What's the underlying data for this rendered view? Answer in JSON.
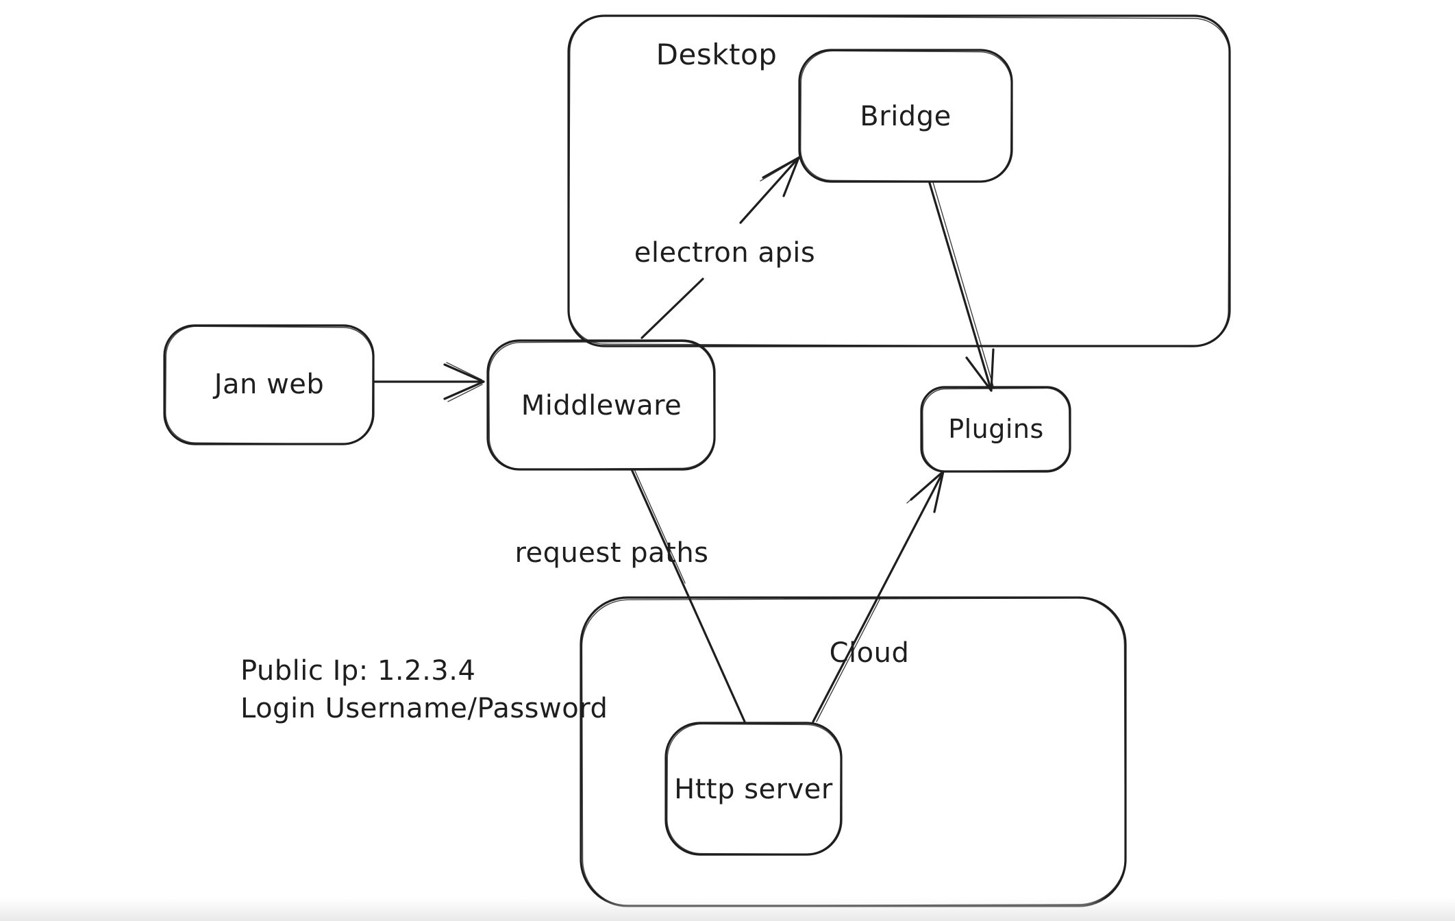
{
  "diagram": {
    "type": "flowchart-sketch",
    "background": "#ffffff",
    "stroke_color": "#1e1e1e",
    "containers": [
      {
        "id": "desktop",
        "label": "Desktop"
      },
      {
        "id": "cloud",
        "label": "Cloud"
      }
    ],
    "nodes": [
      {
        "id": "jan-web",
        "label": "Jan web"
      },
      {
        "id": "middleware",
        "label": "Middleware"
      },
      {
        "id": "bridge",
        "label": "Bridge"
      },
      {
        "id": "plugins",
        "label": "Plugins"
      },
      {
        "id": "http-server",
        "label": "Http server"
      }
    ],
    "edges": [
      {
        "from": "jan-web",
        "to": "middleware",
        "label": ""
      },
      {
        "from": "middleware",
        "to": "bridge",
        "label": "electron apis"
      },
      {
        "from": "bridge",
        "to": "plugins",
        "label": ""
      },
      {
        "from": "middleware",
        "to": "http-server",
        "label": "request paths"
      },
      {
        "from": "http-server",
        "to": "plugins",
        "label": ""
      }
    ],
    "annotations": [
      {
        "text": "Public Ip: 1.2.3.4"
      },
      {
        "text": "Login Username/Password"
      }
    ]
  }
}
